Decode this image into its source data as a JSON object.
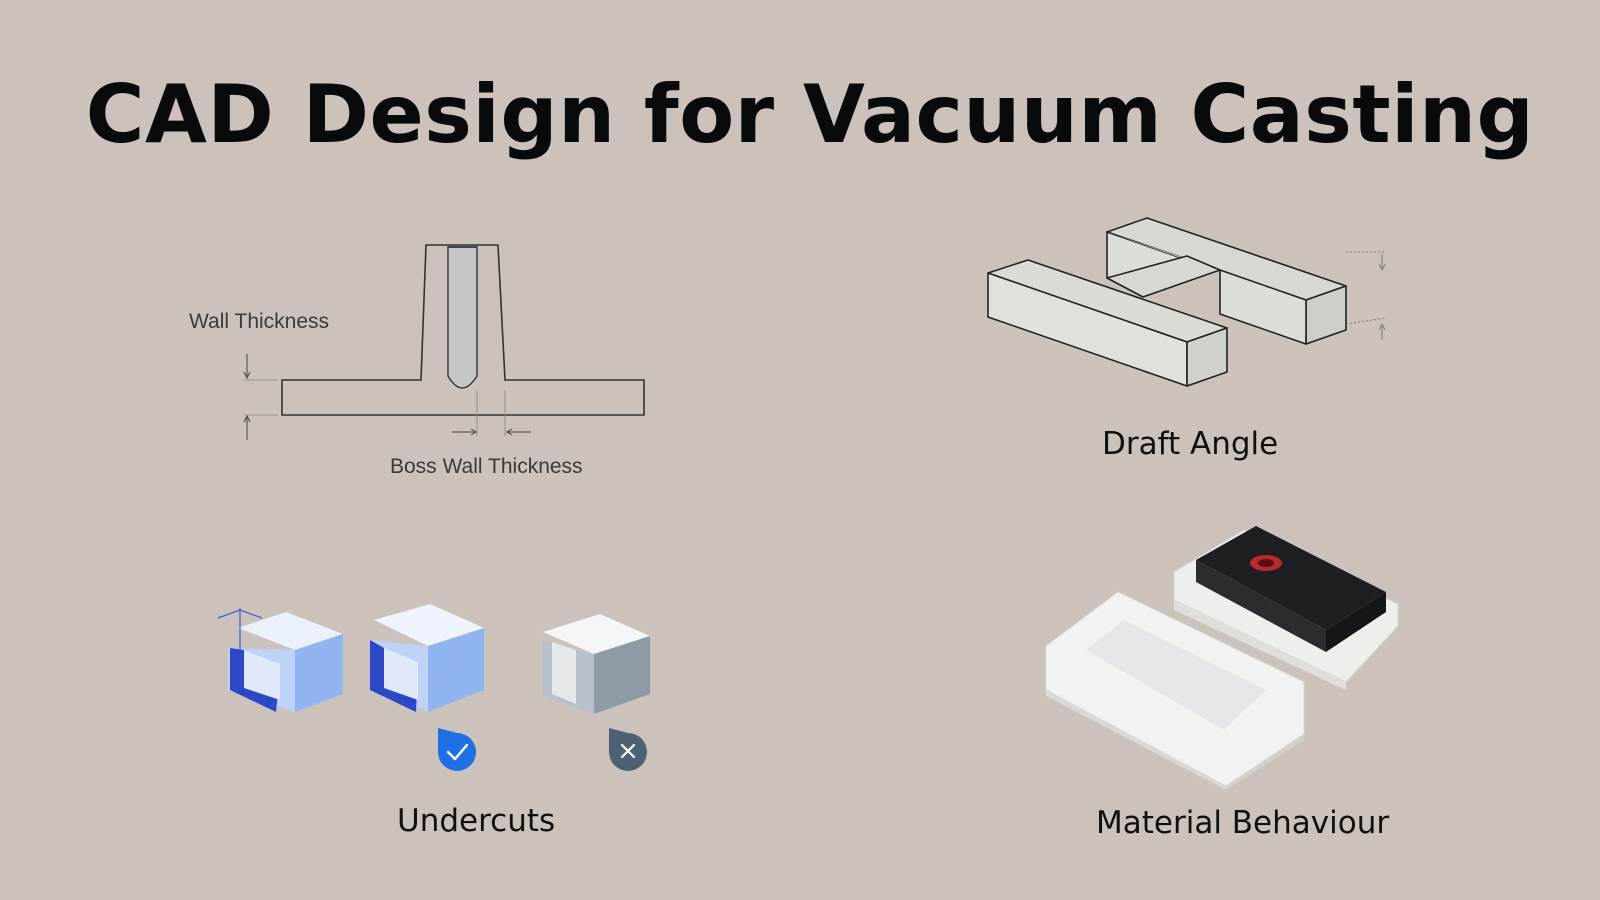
{
  "title": "CAD Design for Vacuum Casting",
  "panels": {
    "wall_thickness": {
      "wall_label": "Wall Thickness",
      "boss_label": "Boss Wall Thickness"
    },
    "draft_angle": {
      "caption": "Draft Angle"
    },
    "undercuts": {
      "caption": "Undercuts"
    },
    "material": {
      "caption": "Material Behaviour"
    }
  },
  "icons": {
    "good": "check-badge-icon",
    "bad": "x-badge-icon"
  },
  "colors": {
    "background": "#cbc2bb",
    "good_badge": "#1f6fe5",
    "bad_badge": "#4d6172"
  }
}
